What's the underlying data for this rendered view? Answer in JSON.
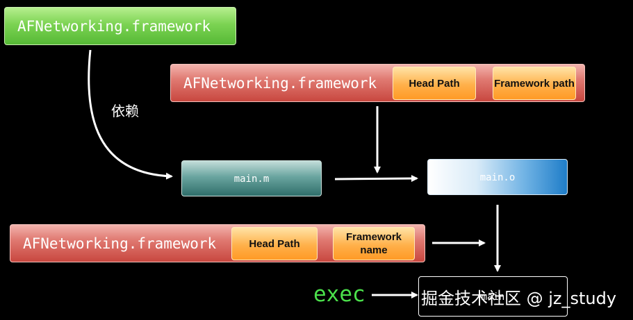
{
  "framework_top": {
    "label": "AFNetworking.framework"
  },
  "framework_mid": {
    "label": "AFNetworking.framework",
    "head_path": "Head Path",
    "framework_path": "Framework path"
  },
  "framework_bottom": {
    "label": "AFNetworking.framework",
    "head_path": "Head Path",
    "framework_name": "Framework name"
  },
  "dependency_label": "依赖",
  "source_file": "main.m",
  "object_file": "main.o",
  "exec_label": "exec",
  "exec_output": "main",
  "watermark": "掘金技术社区 @ jz_study",
  "colors": {
    "background": "#000000",
    "green_box": "#6fcc48",
    "red_bar": "#d8615a",
    "orange_chip": "#ffaa40",
    "teal_box": "#4c8c88",
    "blue_box": "#1f7dc8",
    "exec_text": "#4be04b"
  }
}
